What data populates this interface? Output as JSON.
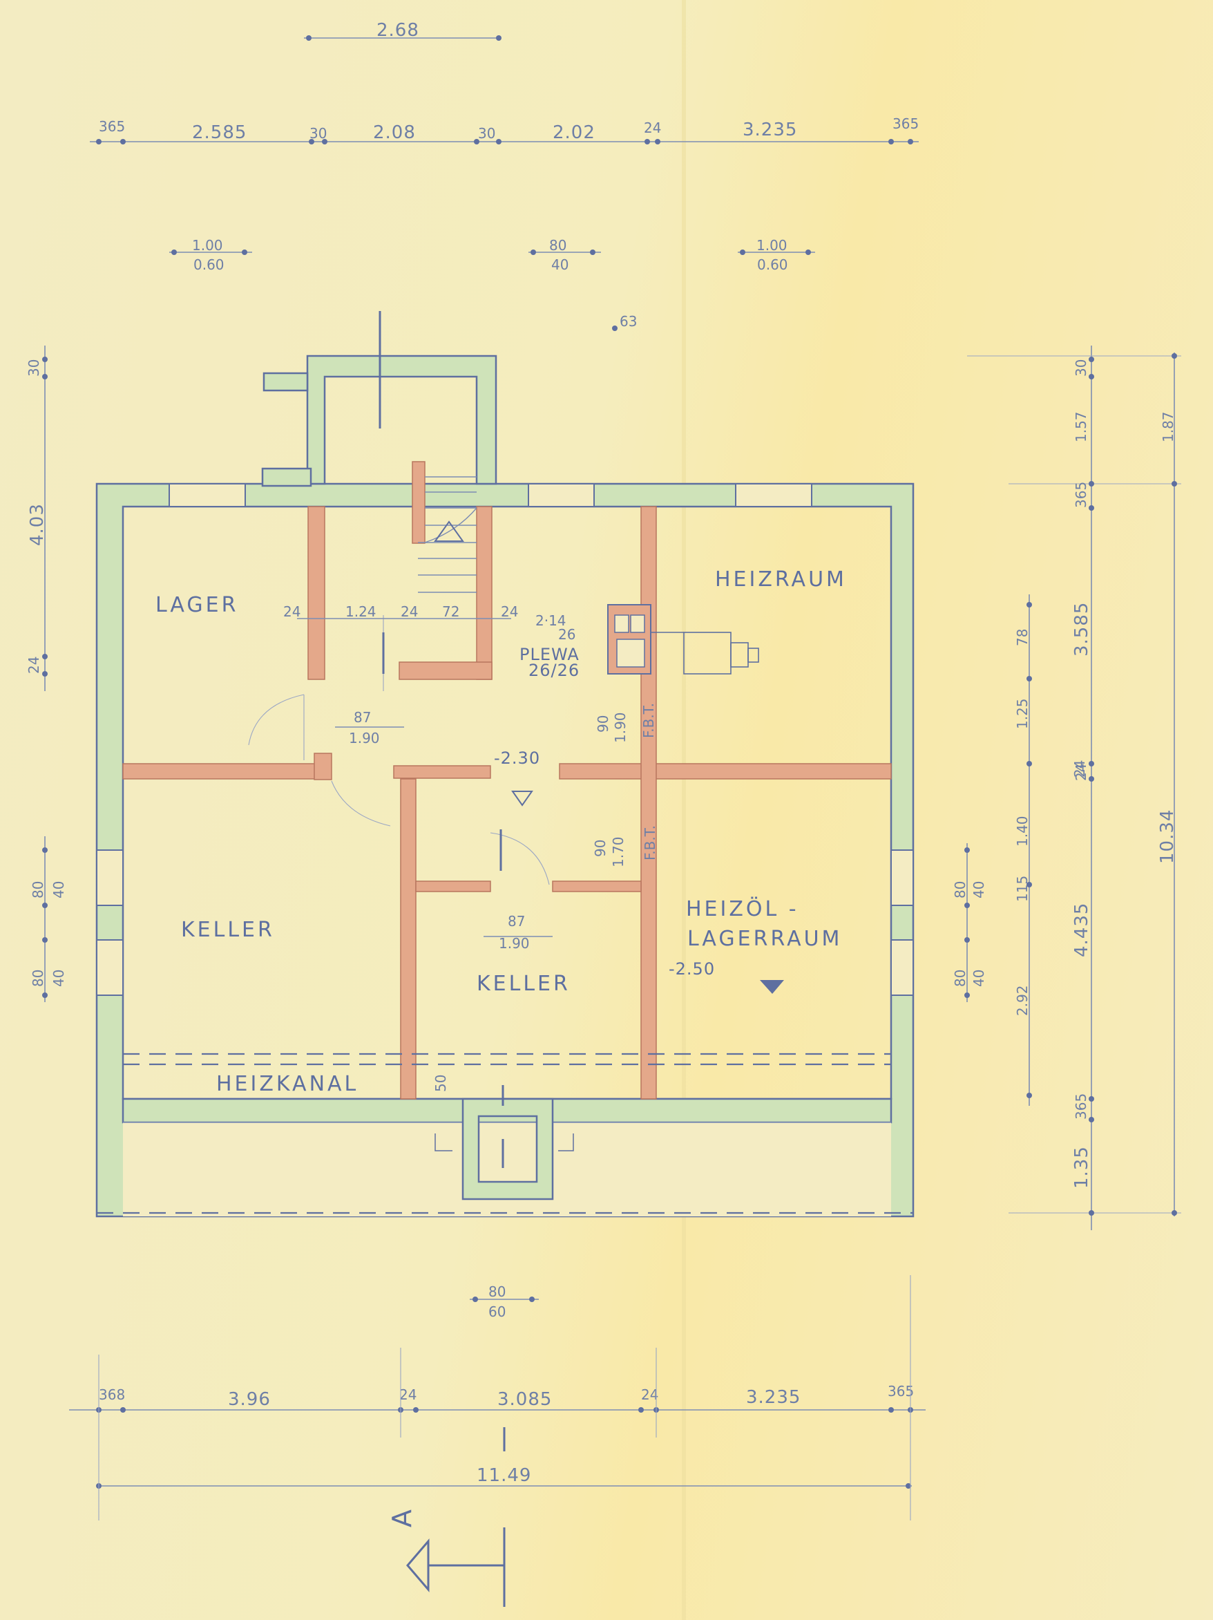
{
  "rooms": {
    "lager": "LAGER",
    "heizraum": "HEIZRAUM",
    "keller_left": "KELLER",
    "keller_mid": "KELLER",
    "heizoel_1": "HEIZÖL -",
    "heizoel_2": "LAGERRAUM",
    "heizkanal": "HEIZKANAL"
  },
  "labels": {
    "plewa": "PLEWA",
    "plewa_size": "26/26",
    "chimney_top": "2·14",
    "chimney_bot": "26",
    "level_hall": "-2.30",
    "level_heizoel": "-2.50",
    "fbt1": "F.B.T.",
    "fbt2": "F.B.T.",
    "cut_mark": "A"
  },
  "dims_top": {
    "overall_top": "2.68",
    "row": [
      "365",
      "2.585",
      "30",
      "2.08",
      "30",
      "2.02",
      "24",
      "3.235",
      "365"
    ],
    "windows": [
      {
        "top": "1.00",
        "bot": "0.60"
      },
      {
        "top": "80",
        "bot": "40"
      },
      {
        "top": "1.00",
        "bot": "0.60"
      }
    ],
    "extra": "63"
  },
  "dims_inner": {
    "a": "24",
    "b": "1.24",
    "c": "24",
    "d": "72",
    "e": "24",
    "door1_top": "87",
    "door1_bot": "1.90",
    "door2_top": "87",
    "door2_bot": "1.90",
    "door3_top": "90",
    "door3_bot": "1.90",
    "door4_top": "90",
    "door4_bot": "1.70",
    "w50": "50"
  },
  "dims_left": [
    "30",
    "4.03",
    "24"
  ],
  "dims_left_windows": [
    {
      "top": "80",
      "bot": "40"
    },
    {
      "top": "80",
      "bot": "40"
    }
  ],
  "dims_right": {
    "col1": [
      "30",
      "1.57",
      "365",
      "3.585",
      "24",
      "4.435",
      "365",
      "1.35"
    ],
    "col_inner": [
      "78",
      "1.25",
      "24",
      "1.40",
      "115",
      "2.92"
    ],
    "windows": [
      {
        "top": "80",
        "bot": "40"
      },
      {
        "top": "80",
        "bot": "40"
      }
    ],
    "side_187": "1.87",
    "overall": "10.34"
  },
  "dims_bottom": {
    "door": {
      "top": "80",
      "bot": "60"
    },
    "row": [
      "368",
      "3.96",
      "24",
      "3.085",
      "24",
      "3.235",
      "365"
    ],
    "overall": "11.49"
  }
}
